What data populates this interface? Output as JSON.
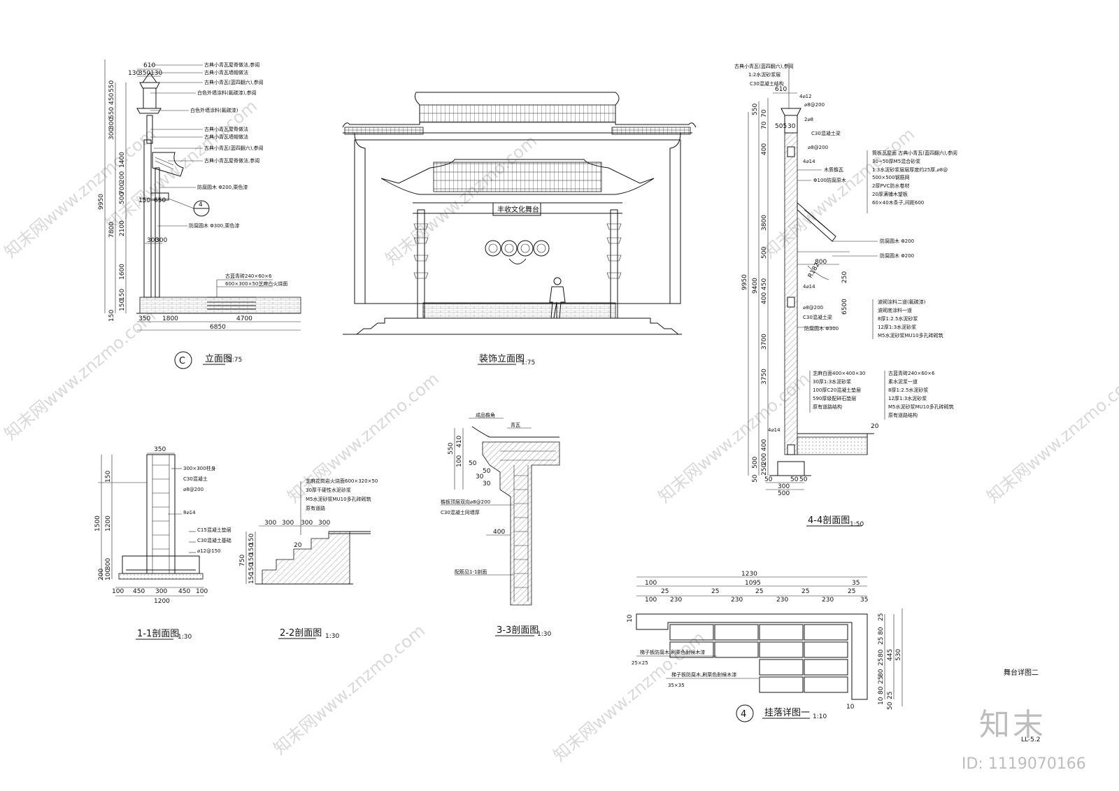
{
  "elevation_c": {
    "dims_top": [
      "610",
      "130",
      "350",
      "130"
    ],
    "dims_left": [
      "550",
      "450",
      "550",
      "300",
      "300"
    ],
    "dims_left2": [
      "9950",
      "7800",
      "1400",
      "700",
      "200",
      "500",
      "2100",
      "1600",
      "150",
      "150",
      "150"
    ],
    "dims_bottom": [
      "350",
      "1800",
      "4700",
      "6850"
    ],
    "inner_dims": [
      "150",
      "650",
      "300",
      "300"
    ],
    "notes": [
      "古典小青瓦屋脊做法,参阅",
      "古典小青瓦墙帽做法",
      "古典小青瓦(蓝四翻六),参阅",
      "白色外墙涂料(氟碳漆),参阅",
      "白色外墙涂料(氟碳漆)",
      "古典小青瓦屋脊做法",
      "古典小青瓦墙帽做法",
      "古典小青瓦(蓝四翻六),参阅",
      "古典小青瓦屋脊做法,参阅",
      "防腐圆木 Φ200,栗色漆",
      "防腐圆木 Φ300,栗色漆",
      "古蓝青砖240×60×6",
      "600×300×50芝麻白火烧面"
    ],
    "callout": "4",
    "circle": "C",
    "title": "立面图",
    "scale": "1:75"
  },
  "decor_elevation": {
    "sign": "丰收文化舞台",
    "title": "装饰立面图",
    "scale": "1:75"
  },
  "section_44": {
    "dims_top": [
      "610"
    ],
    "dims_left": [
      "550",
      "70",
      "70",
      "400",
      "3800",
      "500",
      "450",
      "400",
      "3700",
      "3750",
      "400",
      "500",
      "200",
      "250",
      "50"
    ],
    "dims_total": [
      "9950",
      "9400",
      "6500"
    ],
    "dims_bottom": [
      "50",
      "500",
      "50",
      "300",
      "50"
    ],
    "dims_mid": [
      "800",
      "R182",
      "505",
      "30",
      "250",
      "20"
    ],
    "rebar": [
      "4⌀12",
      "⌀8@200",
      "2⌀8",
      "C30混凝土梁",
      "⌀8@200",
      "4⌀14",
      "4⌀14",
      "⌀8@200",
      "C30混凝土梁",
      "4⌀14"
    ],
    "notes_top": [
      "古典小青瓦(蓝四翻六),参阅",
      "1:2水泥砂浆层",
      "C30混凝土结构"
    ],
    "notes_right": [
      "筒板瓦屋面 古典小青瓦(蓝四翻六),参阅",
      "30~50厚M5混合砂浆",
      "1:3水泥砂浆层层厚度约25厚,⌀8@",
      "500×500钢筋网",
      "2厚PVC防水卷材",
      "20厚满铺木望板",
      "60×40木条子,间距600",
      "木质檐瓦",
      "Φ100防腐原木",
      "防腐圆木 Φ200",
      "防腐圆木 Φ200",
      "波砌涂料二道(氟碳漆)",
      "波砌底涂料一道",
      "8厚1:2.5水泥砂浆",
      "12厚1:3水泥砂浆",
      "M5水泥砂浆MU10多孔砖砌筑",
      "防腐圆木 Φ300",
      "芝麻白面400×400×30",
      "30厚1:3水泥砂浆",
      "100厚C20混凝土垫层",
      "590厚级配碎石垫层",
      "原有道路结构",
      "古蓝青砖240×60×6",
      "素水泥浆一道",
      "8厚1:2.5水泥砂浆",
      "12厚1:3水泥砂浆",
      "M5水泥砂浆MU10多孔砖砌筑",
      "原有道路结构"
    ],
    "title": "4-4剖面图",
    "scale": "1:50"
  },
  "section_11": {
    "dims_top": [
      "350"
    ],
    "dims_left": [
      "150",
      "1200",
      "1500",
      "300",
      "100",
      "200"
    ],
    "dims_bottom": [
      "100",
      "450",
      "300",
      "450",
      "100",
      "1200"
    ],
    "notes": [
      "300×300柱身",
      "C30混凝土",
      "⌀8@200",
      "8⌀14",
      "C15混凝土垫层",
      "C30混凝土基础",
      "⌀12@150"
    ],
    "title": "1-1剖面图",
    "scale": "1:30"
  },
  "section_22": {
    "dims_top": [
      "300",
      "300",
      "300",
      "300"
    ],
    "dims_left": [
      "750",
      "150",
      "150",
      "150",
      "150",
      "150"
    ],
    "slope": "20",
    "notes": [
      "芝麻花岗岩火烧面600×320×50",
      "30厚干硬性水泥砂浆",
      "M5水泥砂浆MU10多孔砖砌筑",
      "原有道路"
    ],
    "title": "2-2剖面图",
    "scale": "1:30"
  },
  "section_33": {
    "dims_left": [
      "550",
      "410",
      "100",
      "50",
      "50",
      "30",
      "30",
      "400"
    ],
    "notes": [
      "成品檐角",
      "青瓦",
      "檐板顶层双向⌀8@200",
      "C30混凝土同墙厚",
      "配筋见1-1剖面"
    ],
    "title": "3-3剖面图",
    "scale": "1:30"
  },
  "hanging_detail": {
    "dims_top1": [
      "1230"
    ],
    "dims_top2": [
      "100",
      "1095",
      "35"
    ],
    "dims_top3": [
      "100",
      "25",
      "230",
      "25",
      "230",
      "25",
      "230",
      "25",
      "230",
      "25",
      "35"
    ],
    "dims_left": [
      "10",
      "10"
    ],
    "dims_right": [
      "25",
      "80",
      "25",
      "80",
      "25",
      "80",
      "25",
      "80",
      "10",
      "25",
      "50",
      "445",
      "530"
    ],
    "notes": [
      "梯子板防腐木,刷栗色耐候木漆",
      "25×25",
      "梯子板防腐木,刷栗色耐候木漆",
      "35×35"
    ],
    "callout": "4",
    "title": "挂落详图一",
    "scale": "1:10"
  },
  "sheet": {
    "name": "舞台详图二",
    "number": "LL-5.2"
  },
  "watermark": {
    "text": "知末网www.znzmo.com",
    "brand": "知末",
    "id": "ID: 1119070166"
  }
}
